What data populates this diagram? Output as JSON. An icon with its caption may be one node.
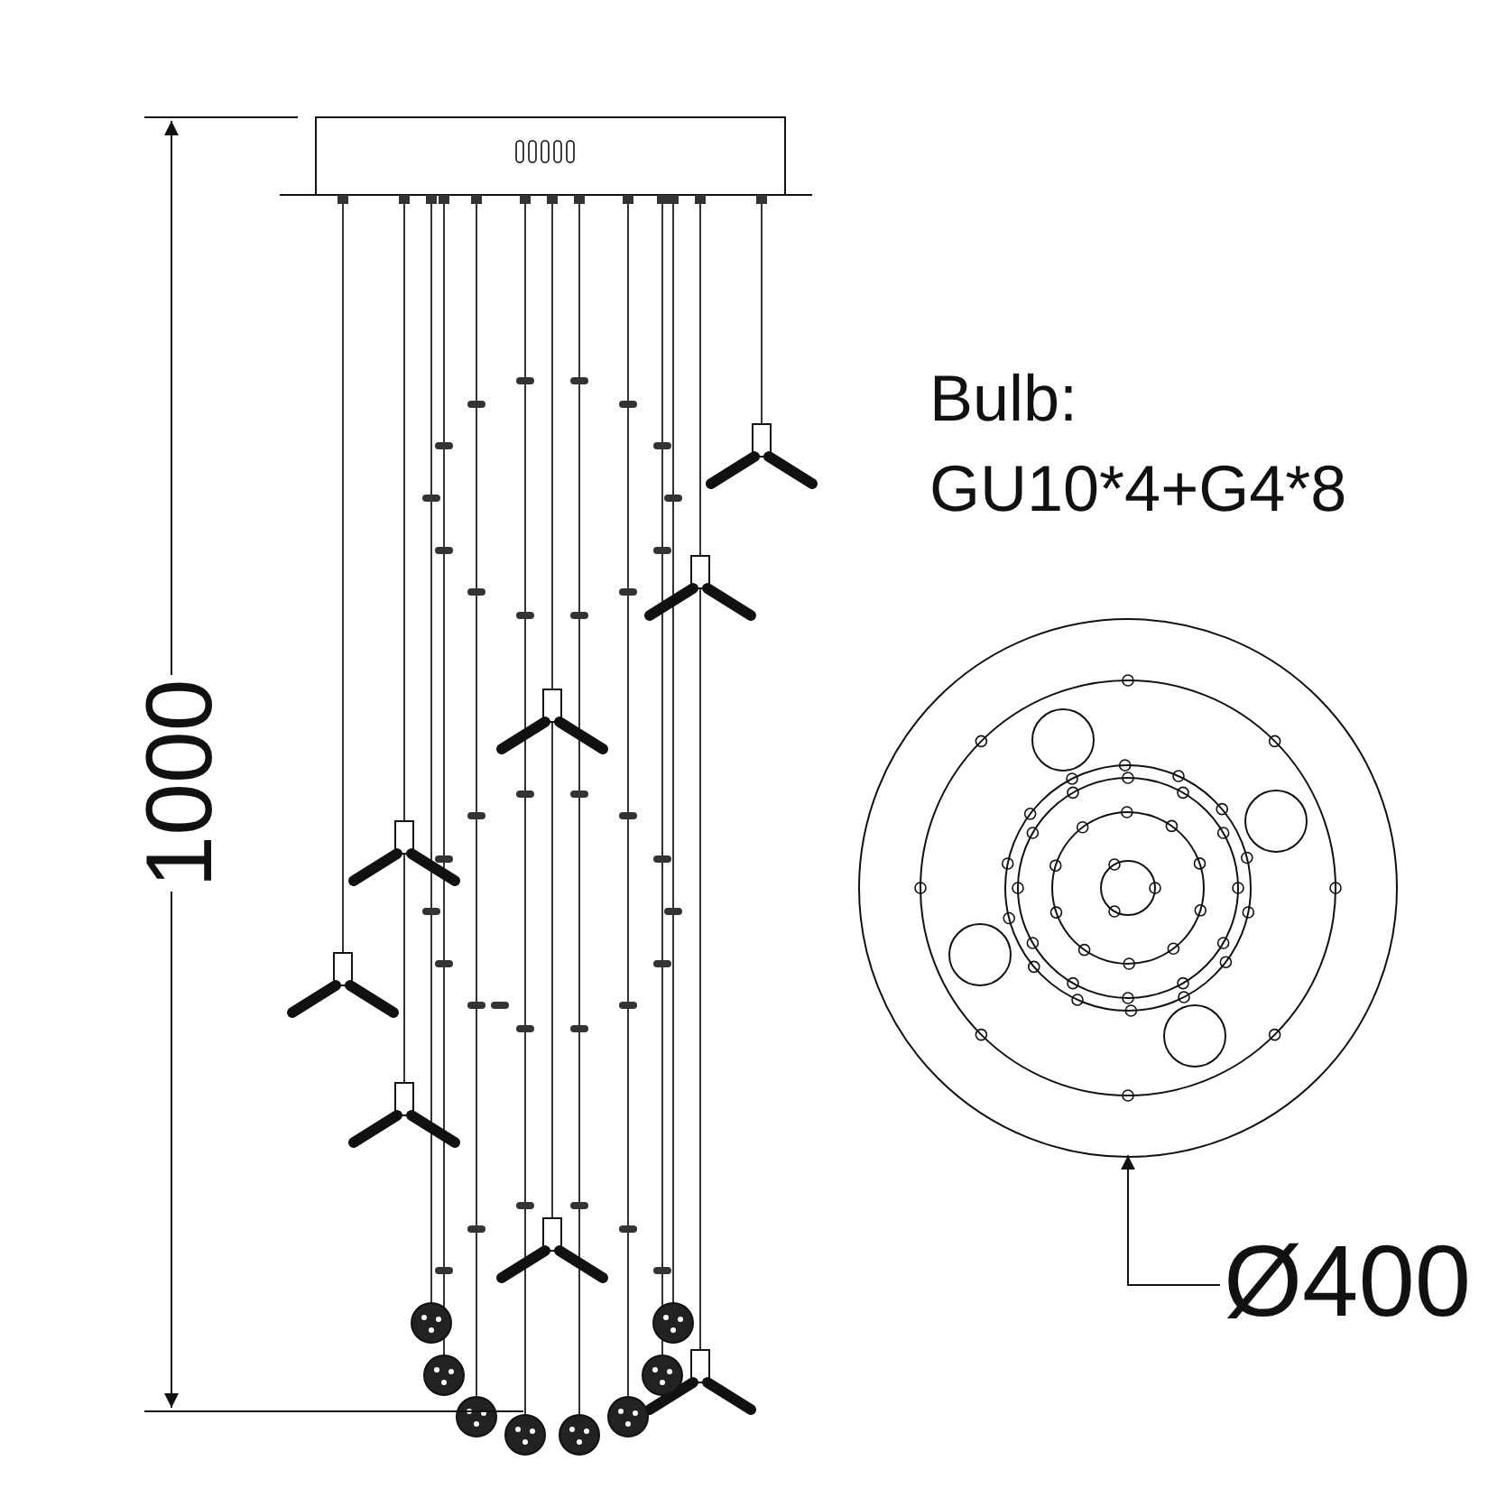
{
  "diagram": {
    "nodes": [
      {
        "text": [
          "Ø400"
        ]
      },
      {
        "text": [],
        "shape": "picture"
      }
    ],
    "edges": [
      {
        "from": 0,
        "to": 1,
        "arrow": "to"
      }
    ],
    "labels": [
      "1000",
      "Bulb:",
      "GU10*4+G4*8"
    ]
  }
}
